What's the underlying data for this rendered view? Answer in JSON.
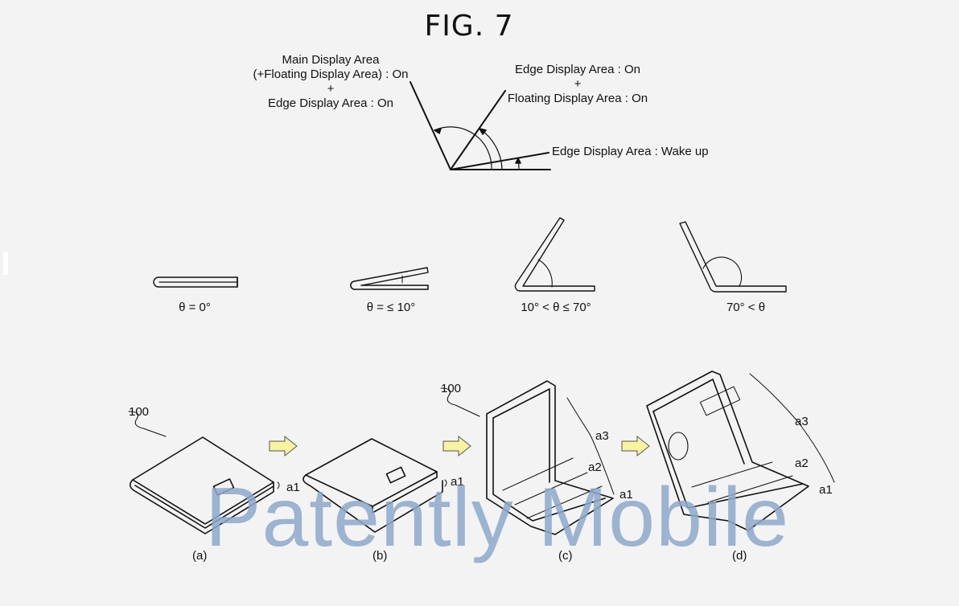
{
  "figure": {
    "title": "FIG. 7"
  },
  "angle_diagram": {
    "labels": {
      "main_line1": "Main Display Area",
      "main_line2": "(+Floating Display Area) : On",
      "main_plus": "+",
      "main_line3": "Edge Display Area : On",
      "float_line1": "Edge Display Area : On",
      "float_plus": "+",
      "float_line2": "Floating Display Area : On",
      "wake": "Edge Display Area : Wake up"
    }
  },
  "fold_states": [
    {
      "caption": "θ = 0°"
    },
    {
      "caption": "θ = ≤ 10°"
    },
    {
      "caption": "10° < θ ≤ 70°"
    },
    {
      "caption": "70° < θ"
    }
  ],
  "device_sequence": {
    "reference_numeral": "100",
    "panels": [
      {
        "caption": "(a)",
        "areas": [
          "a1"
        ]
      },
      {
        "caption": "(b)",
        "areas": [
          "a1"
        ]
      },
      {
        "caption": "(c)",
        "areas": [
          "a3",
          "a2",
          "a1"
        ]
      },
      {
        "caption": "(d)",
        "areas": [
          "a3",
          "a2",
          "a1"
        ]
      }
    ],
    "arrow_color": "#f7f3a0"
  },
  "watermark": {
    "text": "Patently Mobile",
    "color": "#8da9cc"
  }
}
